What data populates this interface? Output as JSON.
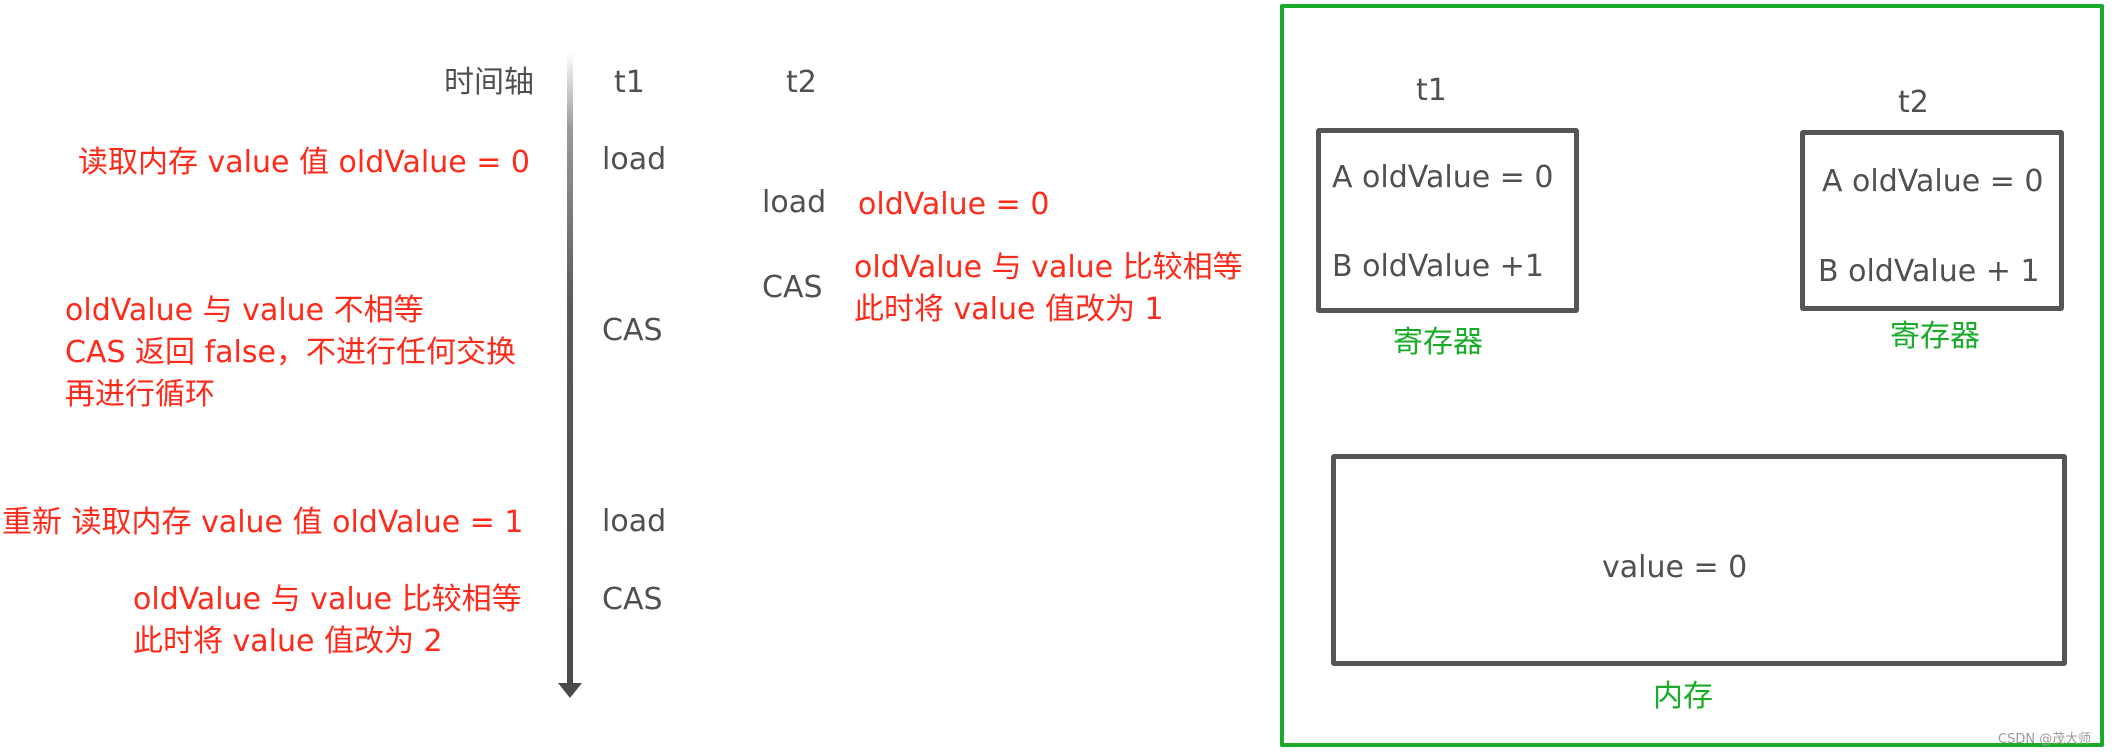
{
  "timeline": {
    "axis_label": "时间轴",
    "columns": {
      "t1": "t1",
      "t2": "t2"
    },
    "t1_steps": [
      {
        "op": "load",
        "note": "读取内存 value 值  oldValue = 0"
      },
      {
        "op": "CAS",
        "note": "oldValue 与 value 不相等\nCAS 返回 false，不进行任何交换\n再进行循环"
      },
      {
        "op": "load",
        "note": "重新 读取内存 value 值 oldValue = 1"
      },
      {
        "op": "CAS",
        "note": "oldValue 与 value 比较相等\n此时将 value 值改为 2"
      }
    ],
    "t2_steps": [
      {
        "op": "load",
        "note": "oldValue = 0"
      },
      {
        "op": "CAS",
        "note": "oldValue 与 value 比较相等\n此时将 value 值改为 1"
      }
    ]
  },
  "memory_model": {
    "registers": [
      {
        "thread": "t1",
        "line_a": "A oldValue = 0",
        "line_b": "B  oldValue +1",
        "caption": "寄存器"
      },
      {
        "thread": "t2",
        "line_a": "A oldValue = 0",
        "line_b": "B  oldValue + 1",
        "caption": "寄存器"
      }
    ],
    "memory": {
      "content": "value  = 0",
      "caption": "内存"
    }
  },
  "colors": {
    "note_red": "#ff2a1a",
    "frame_green": "#1aab2a",
    "text_gray": "#505050",
    "box_border": "#555555"
  },
  "watermark": "CSDN @茂大师"
}
